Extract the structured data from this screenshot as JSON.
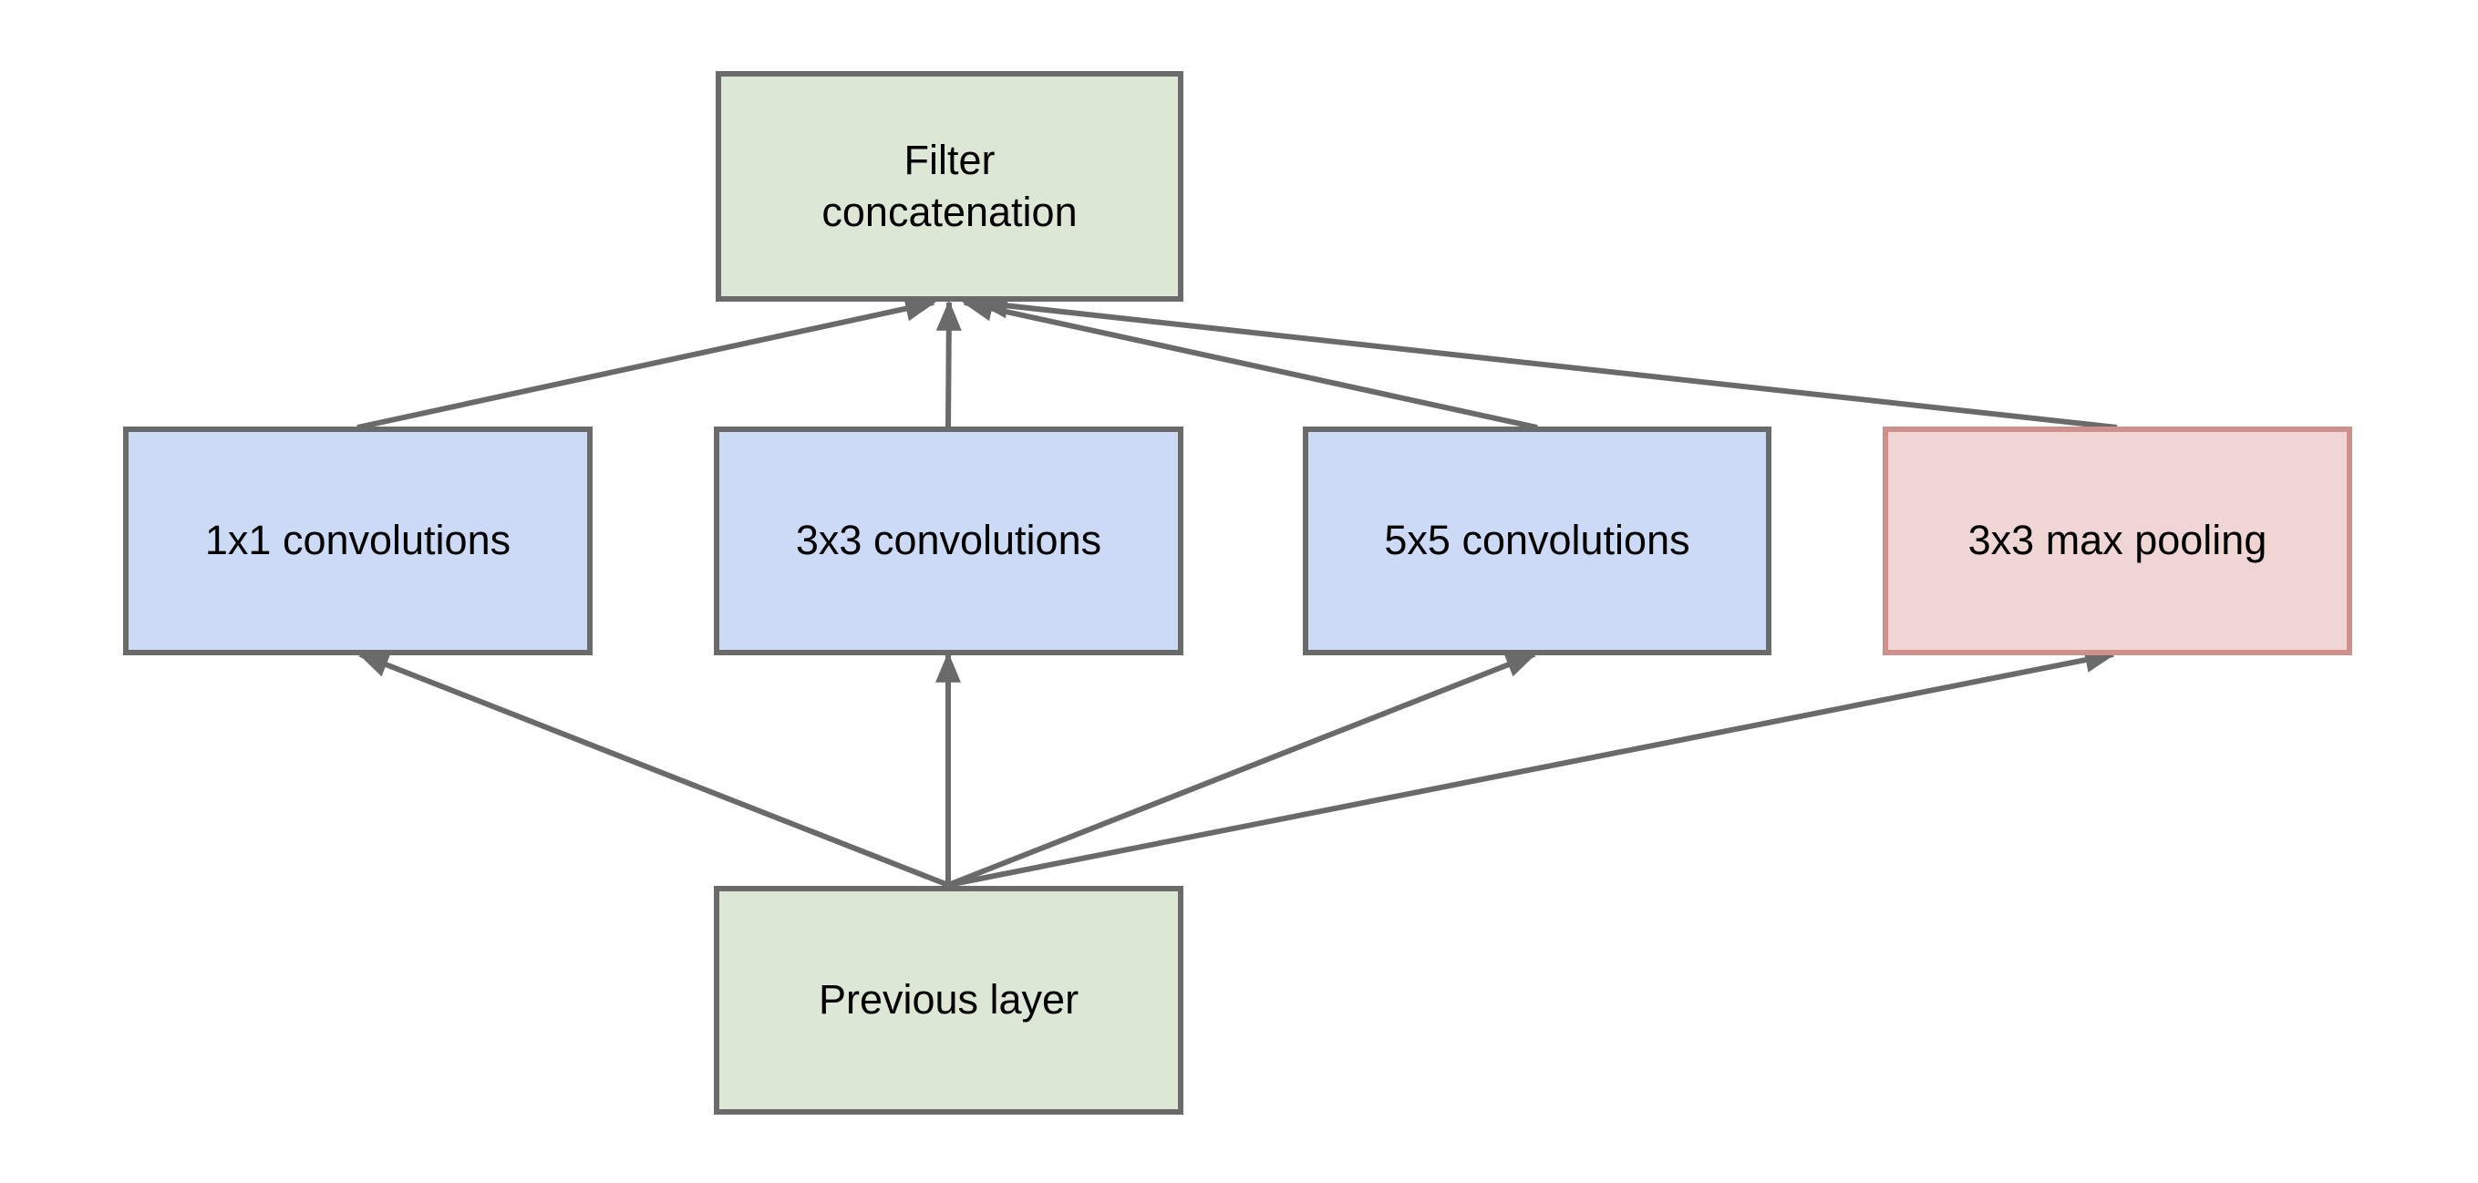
{
  "diagram": {
    "description_title": "",
    "colors": {
      "background": "#ffffff",
      "arrow": "#6a6a6a",
      "gray_border": "#6a6a6a",
      "green_fill": "#dce8d5",
      "blue_fill": "#ccdaf5",
      "pink_fill": "#efd5d3",
      "pink_border": "#cd908b",
      "text": "#000000"
    },
    "nodes": [
      {
        "id": "filter_concat",
        "label": "Filter\nconcatenation",
        "fill": "#dce8d5",
        "border": "#6a6a6a"
      },
      {
        "id": "conv1x1",
        "label": "1x1 convolutions",
        "fill": "#ccdaf5",
        "border": "#6a6a6a"
      },
      {
        "id": "conv3x3",
        "label": "3x3 convolutions",
        "fill": "#ccdaf5",
        "border": "#6a6a6a"
      },
      {
        "id": "conv5x5",
        "label": "5x5 convolutions",
        "fill": "#ccdaf5",
        "border": "#6a6a6a"
      },
      {
        "id": "maxpool3x3",
        "label": "3x3 max pooling",
        "fill": "#efd5d3",
        "border": "#cd908b"
      },
      {
        "id": "previous",
        "label": "Previous layer",
        "fill": "#dce8d5",
        "border": "#6a6a6a"
      }
    ],
    "edges": [
      {
        "from": "conv1x1",
        "to": "filter_concat"
      },
      {
        "from": "conv3x3",
        "to": "filter_concat"
      },
      {
        "from": "conv5x5",
        "to": "filter_concat"
      },
      {
        "from": "maxpool3x3",
        "to": "filter_concat"
      },
      {
        "from": "previous",
        "to": "conv1x1"
      },
      {
        "from": "previous",
        "to": "conv3x3"
      },
      {
        "from": "previous",
        "to": "conv5x5"
      },
      {
        "from": "previous",
        "to": "maxpool3x3"
      }
    ]
  }
}
